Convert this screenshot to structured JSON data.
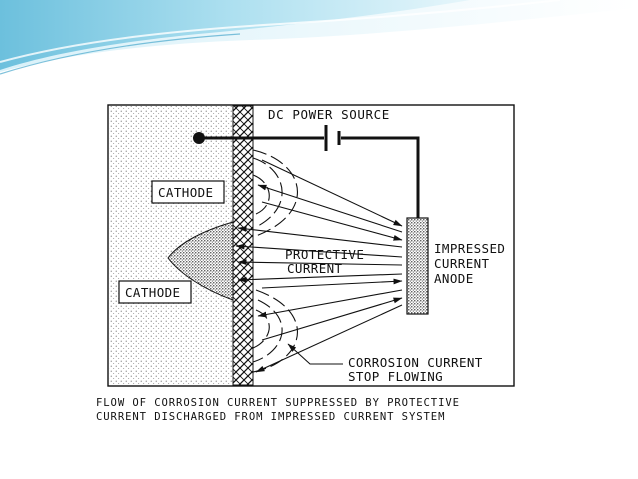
{
  "labels": {
    "dc_power_source": "DC POWER SOURCE",
    "cathode_top": "CATHODE",
    "cathode_bottom": "CATHODE",
    "protective_line1": "PROTECTIVE",
    "protective_line2": "CURRENT",
    "anode_line1": "IMPRESSED",
    "anode_line2": "CURRENT",
    "anode_line3": "ANODE",
    "corrosion_line1": "CORROSION CURRENT",
    "corrosion_line2": "STOP FLOWING"
  },
  "caption": {
    "line1": "FLOW OF CORROSION CURRENT SUPPRESSED BY PROTECTIVE",
    "line2": "CURRENT DISCHARGED FROM IMPRESSED CURRENT SYSTEM"
  },
  "colors": {
    "swoosh_light": "#d8f0f8",
    "swoosh_mid": "#a8dcee",
    "swoosh_dark": "#5fb6d6",
    "ink": "#111111"
  }
}
